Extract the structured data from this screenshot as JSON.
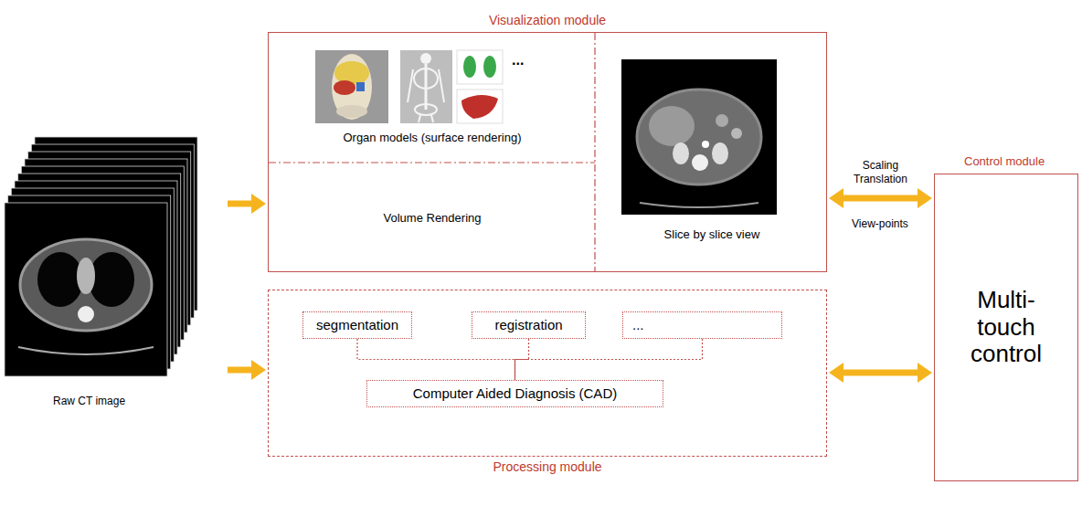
{
  "diagram": {
    "nodes": [
      {
        "text": [
          "Raw CT image"
        ]
      },
      {
        "text": [
          "Visualization module"
        ]
      },
      {
        "text": [
          "Organ models (surface rendering)"
        ],
        "in": 1
      },
      {
        "text": [
          "Volume Rendering"
        ],
        "in": 1
      },
      {
        "text": [
          "Slice by slice view"
        ],
        "in": 1
      },
      {
        "text": [
          "Processing module"
        ]
      },
      {
        "text": [
          "segmentation"
        ],
        "in": 5
      },
      {
        "text": [
          "registration"
        ],
        "in": 5
      },
      {
        "text": [
          "..."
        ],
        "in": 5
      },
      {
        "text": [
          "Computer Aided Diagnosis (CAD)"
        ],
        "in": 5
      },
      {
        "text": [
          "Control module",
          "Multi-touch control"
        ]
      }
    ],
    "edges": [
      {
        "from": 0,
        "to": 1,
        "arrow": "to"
      },
      {
        "from": 0,
        "to": 5,
        "arrow": "to"
      },
      {
        "from": 1,
        "to": 10,
        "label": "Scaling Translation",
        "arrow": "both"
      },
      {
        "from": 5,
        "to": 10,
        "arrow": "both"
      },
      {
        "from": 6,
        "to": 9,
        "arrow": "none"
      },
      {
        "from": 7,
        "to": 9,
        "arrow": "none"
      },
      {
        "from": 8,
        "to": 9,
        "arrow": "none"
      }
    ],
    "labels": [
      "...",
      "View-points"
    ]
  }
}
